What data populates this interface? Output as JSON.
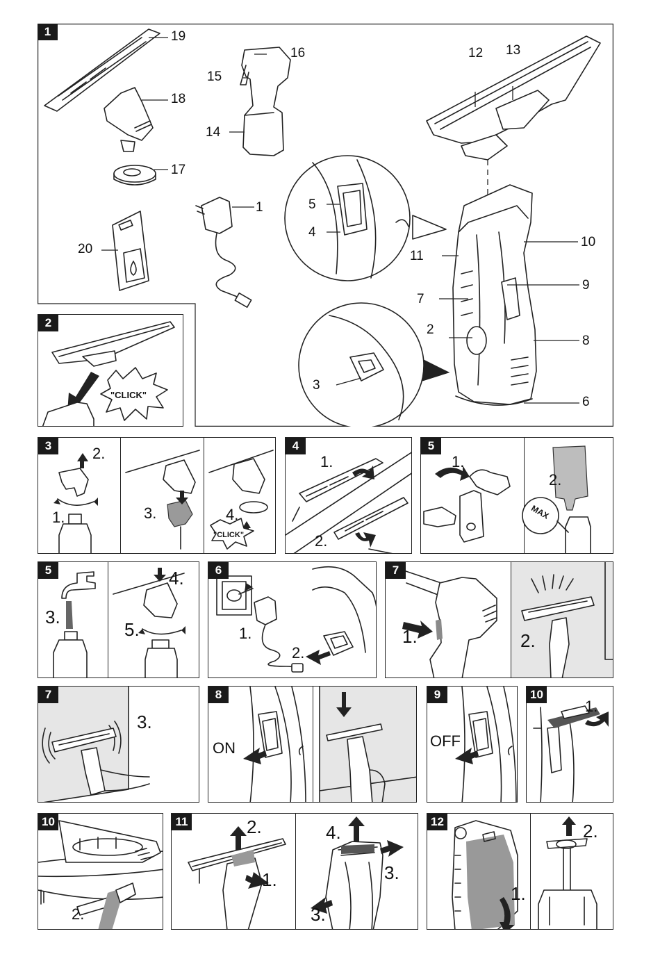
{
  "panel_1": {
    "number": "1",
    "callouts": [
      "19",
      "16",
      "15",
      "18",
      "14",
      "17",
      "1",
      "20",
      "12",
      "13",
      "5",
      "4",
      "11",
      "10",
      "9",
      "7",
      "2",
      "8",
      "3",
      "6"
    ]
  },
  "panel_2": {
    "number": "2",
    "click_text": "\"CLICK\""
  },
  "panel_3": {
    "number": "3",
    "steps": [
      "2.",
      "1.",
      "3.",
      "4."
    ],
    "click_text": "\"CLICK\""
  },
  "panel_4": {
    "number": "4",
    "steps": [
      "1.",
      "2."
    ]
  },
  "panel_5a": {
    "number": "5",
    "steps": [
      "1.",
      "2."
    ],
    "max_text": "MAX"
  },
  "panel_5b": {
    "number": "5",
    "steps": [
      "3.",
      "4.",
      "5."
    ]
  },
  "panel_6": {
    "number": "6",
    "steps": [
      "1.",
      "2."
    ]
  },
  "panel_7a": {
    "number": "7",
    "steps": [
      "1.",
      "2."
    ]
  },
  "panel_7b": {
    "number": "7",
    "steps": [
      "3."
    ]
  },
  "panel_8": {
    "number": "8",
    "switch_text": "ON"
  },
  "panel_9": {
    "number": "9",
    "switch_text": "OFF"
  },
  "panel_10a": {
    "number": "10",
    "steps": [
      "1."
    ]
  },
  "panel_10b": {
    "number": "10",
    "steps": [
      "2."
    ]
  },
  "panel_11": {
    "number": "11",
    "steps": [
      "2.",
      "1.",
      "4.",
      "3.",
      "3."
    ]
  },
  "panel_12": {
    "number": "12",
    "steps": [
      "1.",
      "2."
    ]
  },
  "colors": {
    "ink": "#222222",
    "shade": "#e6e6e6",
    "panel_label_bg": "#1a1a1a"
  }
}
